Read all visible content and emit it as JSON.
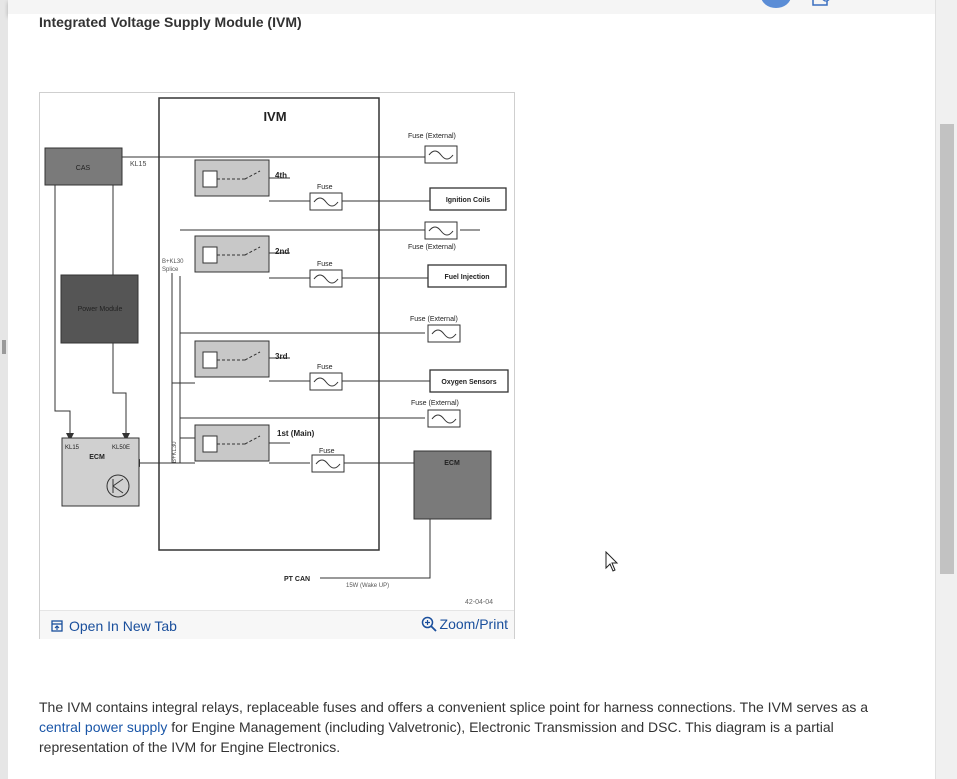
{
  "page": {
    "title": "Integrated Voltage Supply Module (IVM)"
  },
  "figure": {
    "open_label": "Open In New Tab",
    "zoom_label": "Zoom/Print",
    "diagram": {
      "title": "IVM",
      "cas": "CAS",
      "kl15_wire": "KL15",
      "power_module": "Power Module",
      "splice": "B+KL30 Splice",
      "splice_line1": "B+KL30",
      "splice_line2": "Splice",
      "ecm_left": "ECM",
      "ecm_kl15": "KL15",
      "ecm_kl50e": "KL50E",
      "ecm_bkl30": "B+KL30",
      "relay_4": "4th",
      "relay_2": "2nd",
      "relay_3": "3rd",
      "relay_1": "1st (Main)",
      "fuse": "Fuse",
      "fuse_external": "Fuse (External)",
      "ignition_coils": "Ignition Coils",
      "fuel_injection": "Fuel Injection",
      "oxygen_sensors": "Oxygen Sensors",
      "ecm_right": "ECM",
      "pt_can": "PT CAN",
      "wake_up": "15W (Wake UP)",
      "figure_number": "42-04-04"
    }
  },
  "body": {
    "text_before": "The IVM contains integral relays, replaceable fuses and offers a convenient splice point for harness connections. The IVM serves as a ",
    "link_text": "central power supply",
    "text_after": " for Engine Management (including Valvetronic), Electronic Transmission and DSC. This diagram is a partial representation of the IVM for Engine Electronics."
  },
  "icons": {
    "open": "open-in-new-tab-icon",
    "zoom": "zoom-magnifier-icon",
    "cursor": "mouse-pointer-icon"
  },
  "colors": {
    "link": "#1a4f9c",
    "module_fill": "#7a7a7a",
    "power_module_fill": "#555555"
  }
}
